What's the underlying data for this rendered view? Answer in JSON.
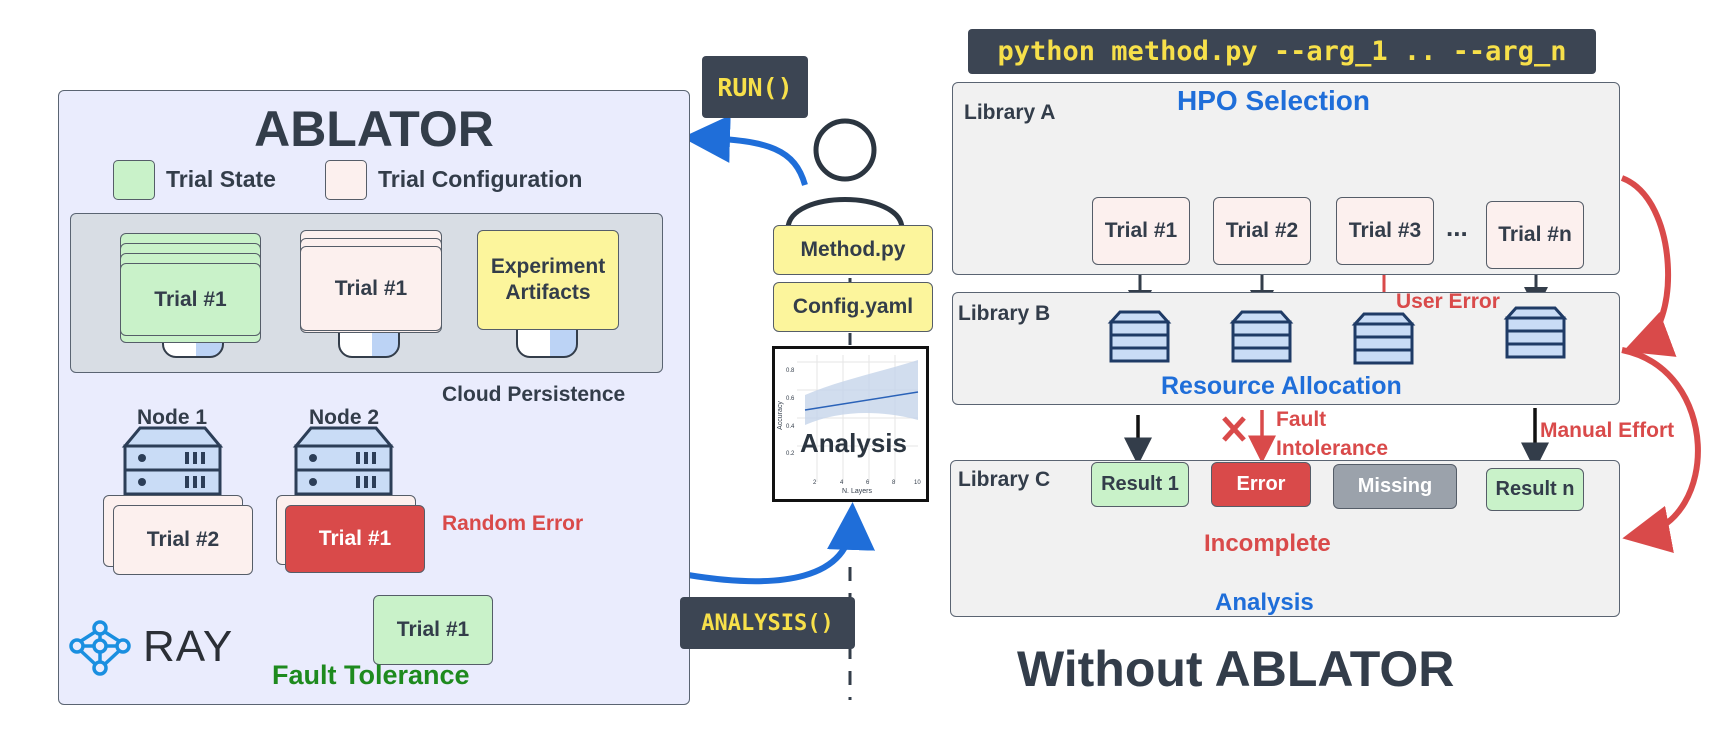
{
  "ablator": {
    "title": "ABLATOR",
    "legend_state": "Trial State",
    "legend_config": "Trial Configuration",
    "trial_state": "Trial #1",
    "trial_config": "Trial #1",
    "artifacts": "Experiment Artifacts",
    "cloud_persistence": "Cloud Persistence",
    "node1": "Node 1",
    "node2": "Node 2",
    "trial2": "Trial #2",
    "trial1_error": "Trial #1",
    "random_error": "Random Error",
    "trial1_retry": "Trial #1",
    "ray": "RAY",
    "fault_tolerance": "Fault Tolerance"
  },
  "center": {
    "run": "RUN()",
    "analysis_fn": "ANALYSIS()",
    "method": "Method.py",
    "config": "Config.yaml",
    "analysis_label": "Analysis",
    "plot_ylabel": "Accuracy",
    "plot_xlabel": "N. Layers",
    "plot_yticks": [
      "0.8",
      "0.6",
      "0.4",
      "0.2"
    ],
    "plot_xticks": [
      "2",
      "4",
      "6",
      "8",
      "10"
    ]
  },
  "without": {
    "command": "python method.py --arg_1 .. --arg_n",
    "lib_a": "Library A",
    "lib_b": "Library B",
    "lib_c": "Library C",
    "hpo": "HPO Selection",
    "trials": [
      "Trial #1",
      "Trial #2",
      "Trial #3",
      "Trial #n"
    ],
    "ellipsis": "...",
    "user_error": "User Error",
    "resource": "Resource Allocation",
    "fault_line1": "Fault",
    "fault_line2": "Intolerance",
    "manual": "Manual Effort",
    "result1": "Result 1",
    "error": "Error",
    "missing": "Missing",
    "resultn": "Result n",
    "incomplete": "Incomplete",
    "analysis": "Analysis",
    "title": "Without ABLATOR"
  },
  "colors": {
    "blue": "#1f6ed9",
    "red": "#d94a4a",
    "green_state": "#c9f2c9",
    "pink_config": "#fcf0ee",
    "yellow": "#fcf59c",
    "code_bg": "#3c4553",
    "code_text": "#f7e04a"
  }
}
